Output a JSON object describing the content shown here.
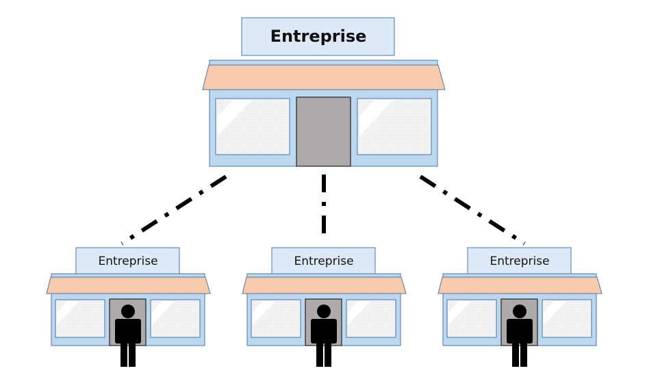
{
  "diagram": {
    "type": "hierarchy",
    "connector_style": "dash-dot",
    "headquarters": {
      "label": "Entreprise",
      "has_person": false
    },
    "branches": [
      {
        "label": "Entreprise",
        "has_person": true
      },
      {
        "label": "Entreprise",
        "has_person": true
      },
      {
        "label": "Entreprise",
        "has_person": true
      }
    ],
    "colors": {
      "sign_fill": "#dde9f6",
      "sign_stroke": "#4a76a8",
      "wall_fill": "#bdd7ee",
      "wall_stroke": "#4a76a8",
      "awning_fill": "#f7cbac",
      "door_fill": "#aeaaaa",
      "window_fill": "#f2f2f2",
      "person_fill": "#000000",
      "connector": "#000000"
    }
  }
}
